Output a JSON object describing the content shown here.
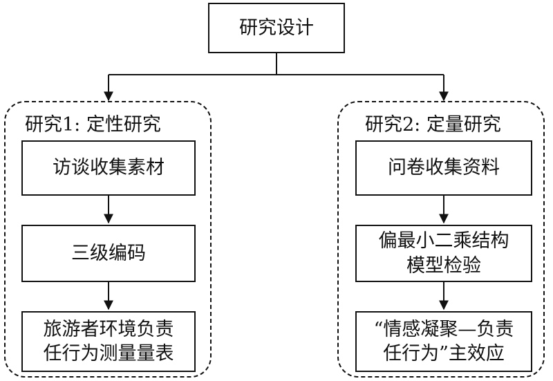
{
  "root": {
    "label": "研究设计"
  },
  "study1": {
    "title": "研究1: 定性研究",
    "steps": [
      {
        "lines": [
          "访谈收集素材"
        ]
      },
      {
        "lines": [
          "三级编码"
        ]
      },
      {
        "lines": [
          "旅游者环境负责",
          "任行为测量量表"
        ]
      }
    ]
  },
  "study2": {
    "title": "研究2: 定量研究",
    "steps": [
      {
        "lines": [
          "问卷收集资料"
        ]
      },
      {
        "lines": [
          "偏最小二乘结构",
          "模型检验"
        ]
      },
      {
        "lines": [
          "“情感凝聚—负责",
          "任行为”主效应"
        ]
      }
    ]
  },
  "colors": {
    "stroke": "#111111",
    "background": "#ffffff"
  }
}
